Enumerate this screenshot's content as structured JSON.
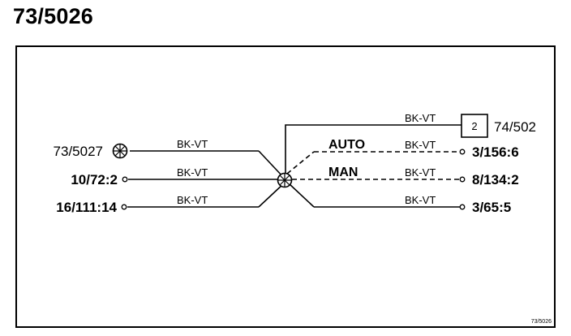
{
  "page": {
    "title": "73/5026"
  },
  "diagram": {
    "center_connector": "73/5027",
    "left_terminals": [
      "10/72:2",
      "16/111:14"
    ],
    "right_terminals": [
      "3/156:6",
      "8/134:2",
      "3/65:5"
    ],
    "component": {
      "number": "2",
      "label": "74/502"
    },
    "switch_positions": [
      "AUTO",
      "MAN"
    ],
    "wire_color": "BK-VT",
    "figure_ref": "73/5026"
  }
}
